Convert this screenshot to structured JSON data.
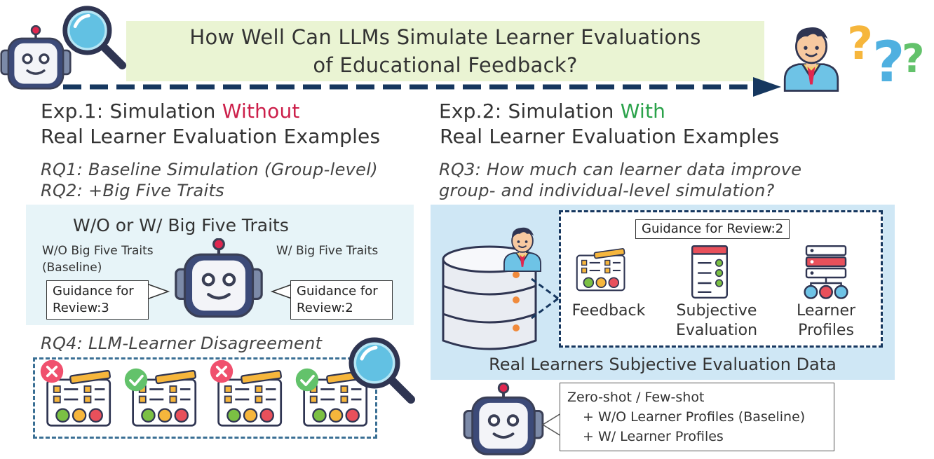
{
  "title": {
    "line1": "How Well Can LLMs Simulate Learner Evaluations",
    "line2": "of  Educational Feedback?"
  },
  "exp1": {
    "prefix": "Exp.1: Simulation ",
    "highlight": "Without",
    "line2": "Real Learner Evaluation Examples",
    "rq1": "RQ1: Baseline Simulation (Group-level)",
    "rq2": "RQ2: +Big Five Traits",
    "panel_title": "W/O or W/ Big Five Traits",
    "wo_label_1": "W/O Big Five Traits",
    "wo_label_2": "(Baseline)",
    "w_label": "W/ Big Five Traits",
    "left_bubble": [
      "Guidance for",
      "Review:3"
    ],
    "right_bubble": [
      "Guidance for",
      "Review:2"
    ],
    "rq4": "RQ4: LLM-Learner Disagreement"
  },
  "exp2": {
    "prefix": "Exp.2: Simulation ",
    "highlight": "With",
    "line2": " Real Learner Evaluation Examples",
    "rq3_line1": "RQ3: How much can learner data improve",
    "rq3_line2": "group- and individual-level simulation?",
    "bubble": "Guidance for Review:2",
    "items": [
      {
        "label1": "Feedback",
        "label2": ""
      },
      {
        "label1": "Subjective",
        "label2": "Evaluation"
      },
      {
        "label1": "Learner",
        "label2": "Profiles"
      }
    ],
    "panel_caption": "Real Learners Subjective Evaluation Data",
    "method_lines": [
      "Zero-shot / Few-shot",
      "+ W/O Learner Profiles (Baseline)",
      "+ W/ Learner Profiles"
    ]
  },
  "colors": {
    "title_bg": "#eaf4d3",
    "without": "#cc1f4a",
    "with": "#2aa24a",
    "arrow": "#16375f",
    "left_panel": "#e7f4f8",
    "right_panel": "#cfe7f5"
  }
}
